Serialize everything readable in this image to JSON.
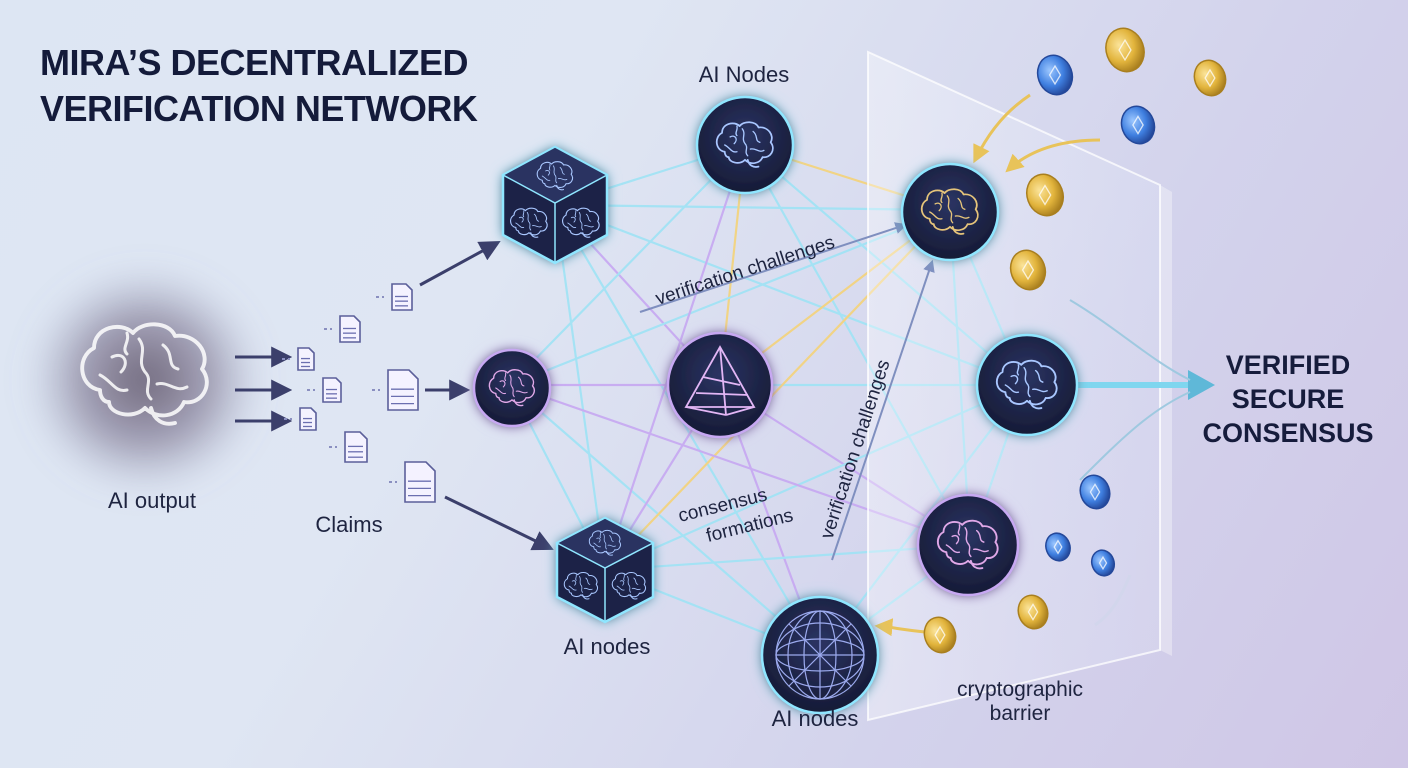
{
  "title": {
    "line1": "MIRA’S DECENTRALIZED",
    "line2": "VERIFICATION NETWORK"
  },
  "labels": {
    "ai_output": "AI output",
    "claims": "Claims",
    "ai_nodes_top": "AI Nodes",
    "ai_nodes_left": "AI nodes",
    "ai_nodes_bottom": "AI nodes",
    "verification_challenges_1": "verification challenges",
    "verification_challenges_2": "verification challenges",
    "consensus_line1": "consensus",
    "consensus_line2": "formations",
    "barrier_line1": "cryptographic",
    "barrier_line2": "barrier"
  },
  "result": {
    "line1": "VERIFIED",
    "line2": "SECURE",
    "line3": "CONSENSUS"
  },
  "colors": {
    "node_fill": "#1b2142",
    "node_glow": "#8fe6ff",
    "brain_line": "#a9c7ff",
    "link_blue": "#9fe3f5",
    "link_yellow": "#f4d37a",
    "link_violet": "#c7a8f2",
    "coin_gold": "#e2b43c",
    "coin_blue": "#3f7fe0",
    "arrow": "#3b3f6b",
    "title": "#141b3a"
  },
  "nodes": [
    {
      "id": "cube-top",
      "icon": "cube-brain-icon"
    },
    {
      "id": "brain-top",
      "icon": "brain-icon"
    },
    {
      "id": "brain-left",
      "icon": "brain-icon"
    },
    {
      "id": "pyramid-center",
      "icon": "pyramid-icon"
    },
    {
      "id": "brain-gold",
      "icon": "brain-icon"
    },
    {
      "id": "brain-right",
      "icon": "brain-icon"
    },
    {
      "id": "brain-lower-right",
      "icon": "brain-icon"
    },
    {
      "id": "cube-bottom",
      "icon": "cube-brain-icon"
    },
    {
      "id": "sphere-bottom",
      "icon": "globe-mesh-icon"
    }
  ]
}
